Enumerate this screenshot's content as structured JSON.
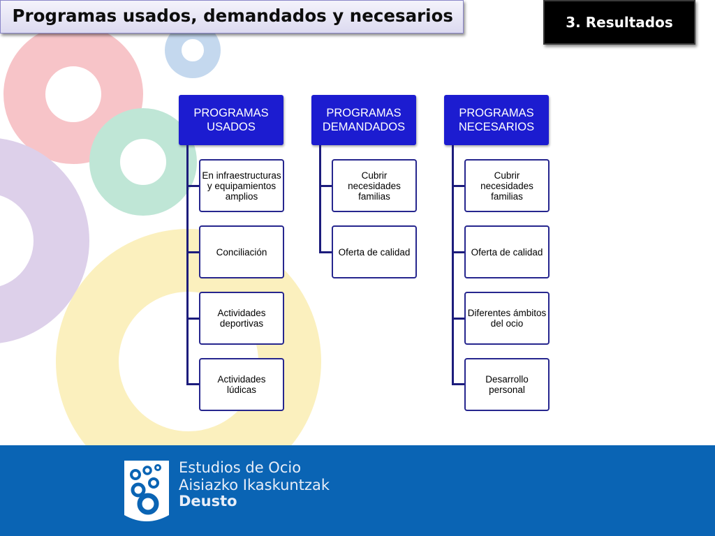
{
  "slide": {
    "title": "Programas usados, demandados y necesarios",
    "section": "3. Resultados"
  },
  "diagram": {
    "columns": [
      {
        "heading_line1": "PROGRAMAS",
        "heading_line2": "USADOS",
        "items": [
          "En infraestructuras y equipamientos amplios",
          "Conciliación",
          "Actividades deportivas",
          "Actividades lúdicas"
        ]
      },
      {
        "heading_line1": "PROGRAMAS",
        "heading_line2": "DEMANDADOS",
        "items": [
          "Cubrir necesidades familias",
          "Oferta de calidad"
        ]
      },
      {
        "heading_line1": "PROGRAMAS",
        "heading_line2": "NECESARIOS",
        "items": [
          "Cubrir necesidades familias",
          "Oferta de calidad",
          "Diferentes ámbitos del ocio",
          "Desarrollo personal"
        ]
      }
    ],
    "node_color": "#1c1cd0",
    "connector_color": "#1c1c7c"
  },
  "footer": {
    "line1": "Estudios de Ocio",
    "line2": "Aisiazko Ikaskuntzak",
    "line3": "Deusto",
    "background": "#0a64b4"
  }
}
